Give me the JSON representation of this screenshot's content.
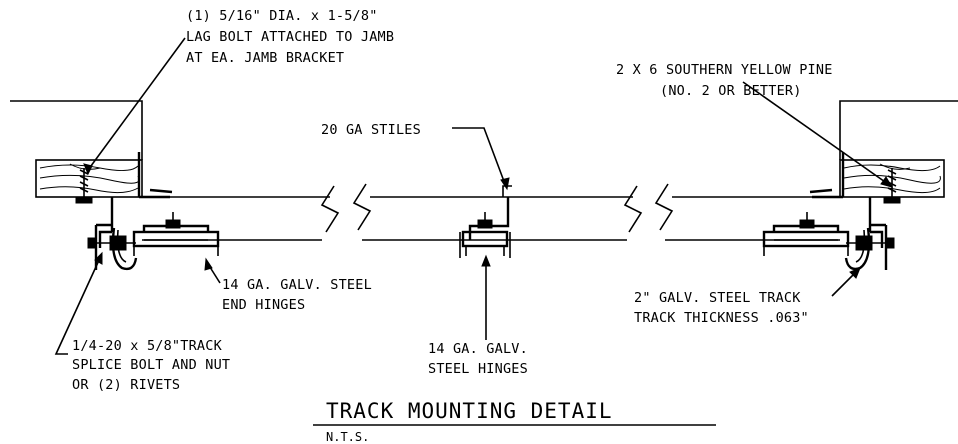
{
  "diagram": {
    "title": "TRACK MOUNTING DETAIL",
    "scale_note": "N.T.S.",
    "callouts": {
      "lag_bolt": [
        "(1) 5/16\" DIA. x 1-5/8\"",
        "LAG BOLT ATTACHED TO JAMB",
        "AT EA. JAMB BRACKET"
      ],
      "pine": [
        "2 X 6 SOUTHERN YELLOW PINE",
        "(NO. 2 OR BETTER)"
      ],
      "stiles": [
        "20 GA STILES"
      ],
      "end_hinges": [
        "14 GA. GALV. STEEL",
        "END HINGES"
      ],
      "track": [
        "2\" GALV. STEEL TRACK",
        "TRACK THICKNESS .063\""
      ],
      "splice": [
        "1/4-20 x 5/8\"TRACK",
        "SPLICE BOLT AND NUT",
        "OR (2) RIVETS"
      ],
      "steel_hinges": [
        "14 GA. GALV.",
        "STEEL HINGES"
      ]
    }
  }
}
